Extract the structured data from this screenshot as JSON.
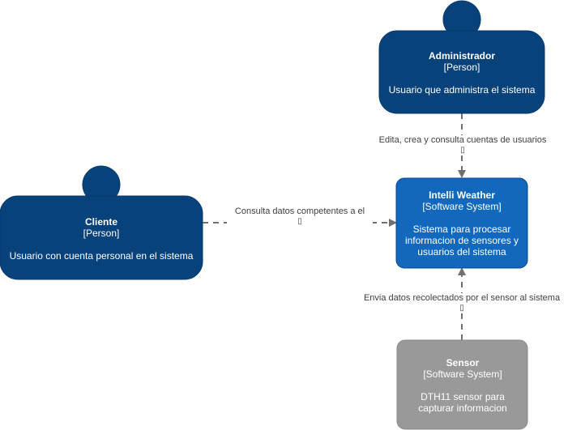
{
  "colors": {
    "person": "#08427b",
    "system": "#1168bd",
    "external": "#999999",
    "edge": "#707070",
    "text": "#ffffff"
  },
  "nodes": {
    "admin": {
      "name": "Administrador",
      "kind": "[Person]",
      "desc": "Usuario que administra el sistema"
    },
    "cliente": {
      "name": "Cliente",
      "kind": "[Person]",
      "desc": "Usuario con cuenta personal en el sistema"
    },
    "system": {
      "name": "Intelli Weather",
      "kind": "[Software System]",
      "desc": "Sistema para procesar informacion de sensores y usuarios del sistema"
    },
    "sensor": {
      "name": "Sensor",
      "kind": "[Software System]",
      "desc": "DTH11 sensor para capturar informacion"
    }
  },
  "edges": {
    "admin_to_system": {
      "label": "Edita, crea y consulta cuentas de usuarios",
      "glyph": "▯"
    },
    "cliente_to_system": {
      "label": "Consulta datos competentes a el",
      "glyph": "▯"
    },
    "sensor_to_system": {
      "label": "Envia datos recolectados por el sensor al sistema",
      "glyph": "▯"
    }
  }
}
